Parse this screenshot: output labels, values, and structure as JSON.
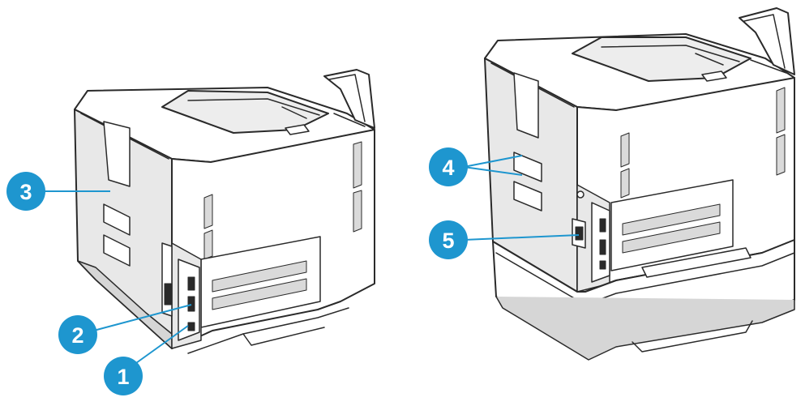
{
  "figure": {
    "description_visible": false,
    "colors": {
      "callout": "#1e96cf",
      "outline": "#2a2a2a",
      "body": "#ffffff",
      "panel": "#e8e8e8",
      "shade": "#d6d6d6",
      "vent": "#dadada"
    },
    "callouts": [
      {
        "id": "1",
        "label": "1"
      },
      {
        "id": "2",
        "label": "2"
      },
      {
        "id": "3",
        "label": "3"
      },
      {
        "id": "4",
        "label": "4"
      },
      {
        "id": "5",
        "label": "5"
      }
    ]
  }
}
